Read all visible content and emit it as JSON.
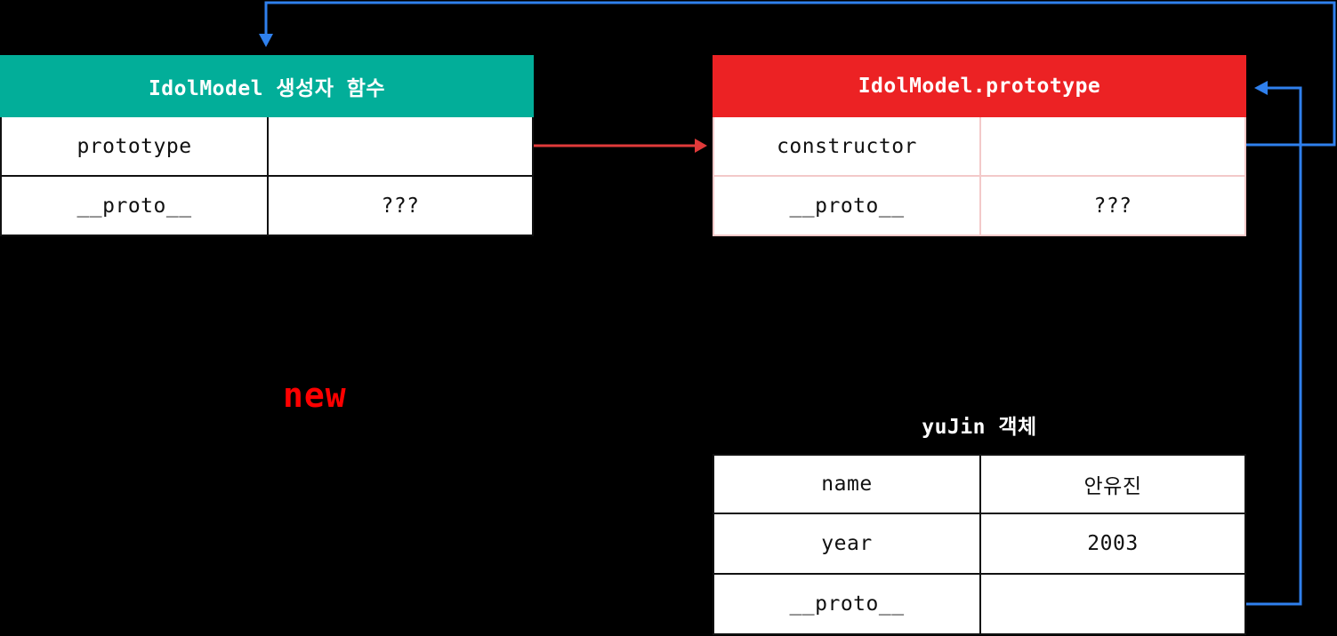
{
  "diagram": {
    "background_color": "#000000",
    "title_text_color": "#FFFFFF",
    "new_label": "new",
    "new_label_color": "#FF0000",
    "accent_teal": "#02AE99",
    "accent_red": "#EC2224",
    "accent_blue": "#2F80ED",
    "accent_red_line": "#E03A3A"
  },
  "constructor_table": {
    "title": "IdolModel 생성자 함수",
    "header_color": "#02AE99",
    "rows": [
      {
        "key": "prototype",
        "value": ""
      },
      {
        "key": "__proto__",
        "value": "???"
      }
    ]
  },
  "prototype_table": {
    "title": "IdolModel.prototype",
    "header_color": "#EC2224",
    "rows": [
      {
        "key": "constructor",
        "value": ""
      },
      {
        "key": "__proto__",
        "value": "???"
      }
    ]
  },
  "object_table": {
    "title": "yuJin 객체",
    "rows": [
      {
        "key": "name",
        "value": "안유진"
      },
      {
        "key": "year",
        "value": "2003"
      },
      {
        "key": "__proto__",
        "value": ""
      }
    ]
  },
  "connectors": [
    {
      "name": "prototype-to-prototype-table",
      "color": "#E03A3A",
      "from": "constructor_table.prototype",
      "to": "prototype_table",
      "start_marker": "diamond",
      "end_marker": "arrow"
    },
    {
      "name": "constructor-to-constructor-table",
      "color": "#2F80ED",
      "from": "prototype_table.constructor",
      "to": "constructor_table",
      "start_marker": "dot",
      "end_marker": "arrow"
    },
    {
      "name": "object-proto-to-prototype-table",
      "color": "#2F80ED",
      "from": "object_table.__proto__",
      "to": "prototype_table",
      "start_marker": "dot",
      "end_marker": "arrow"
    }
  ]
}
